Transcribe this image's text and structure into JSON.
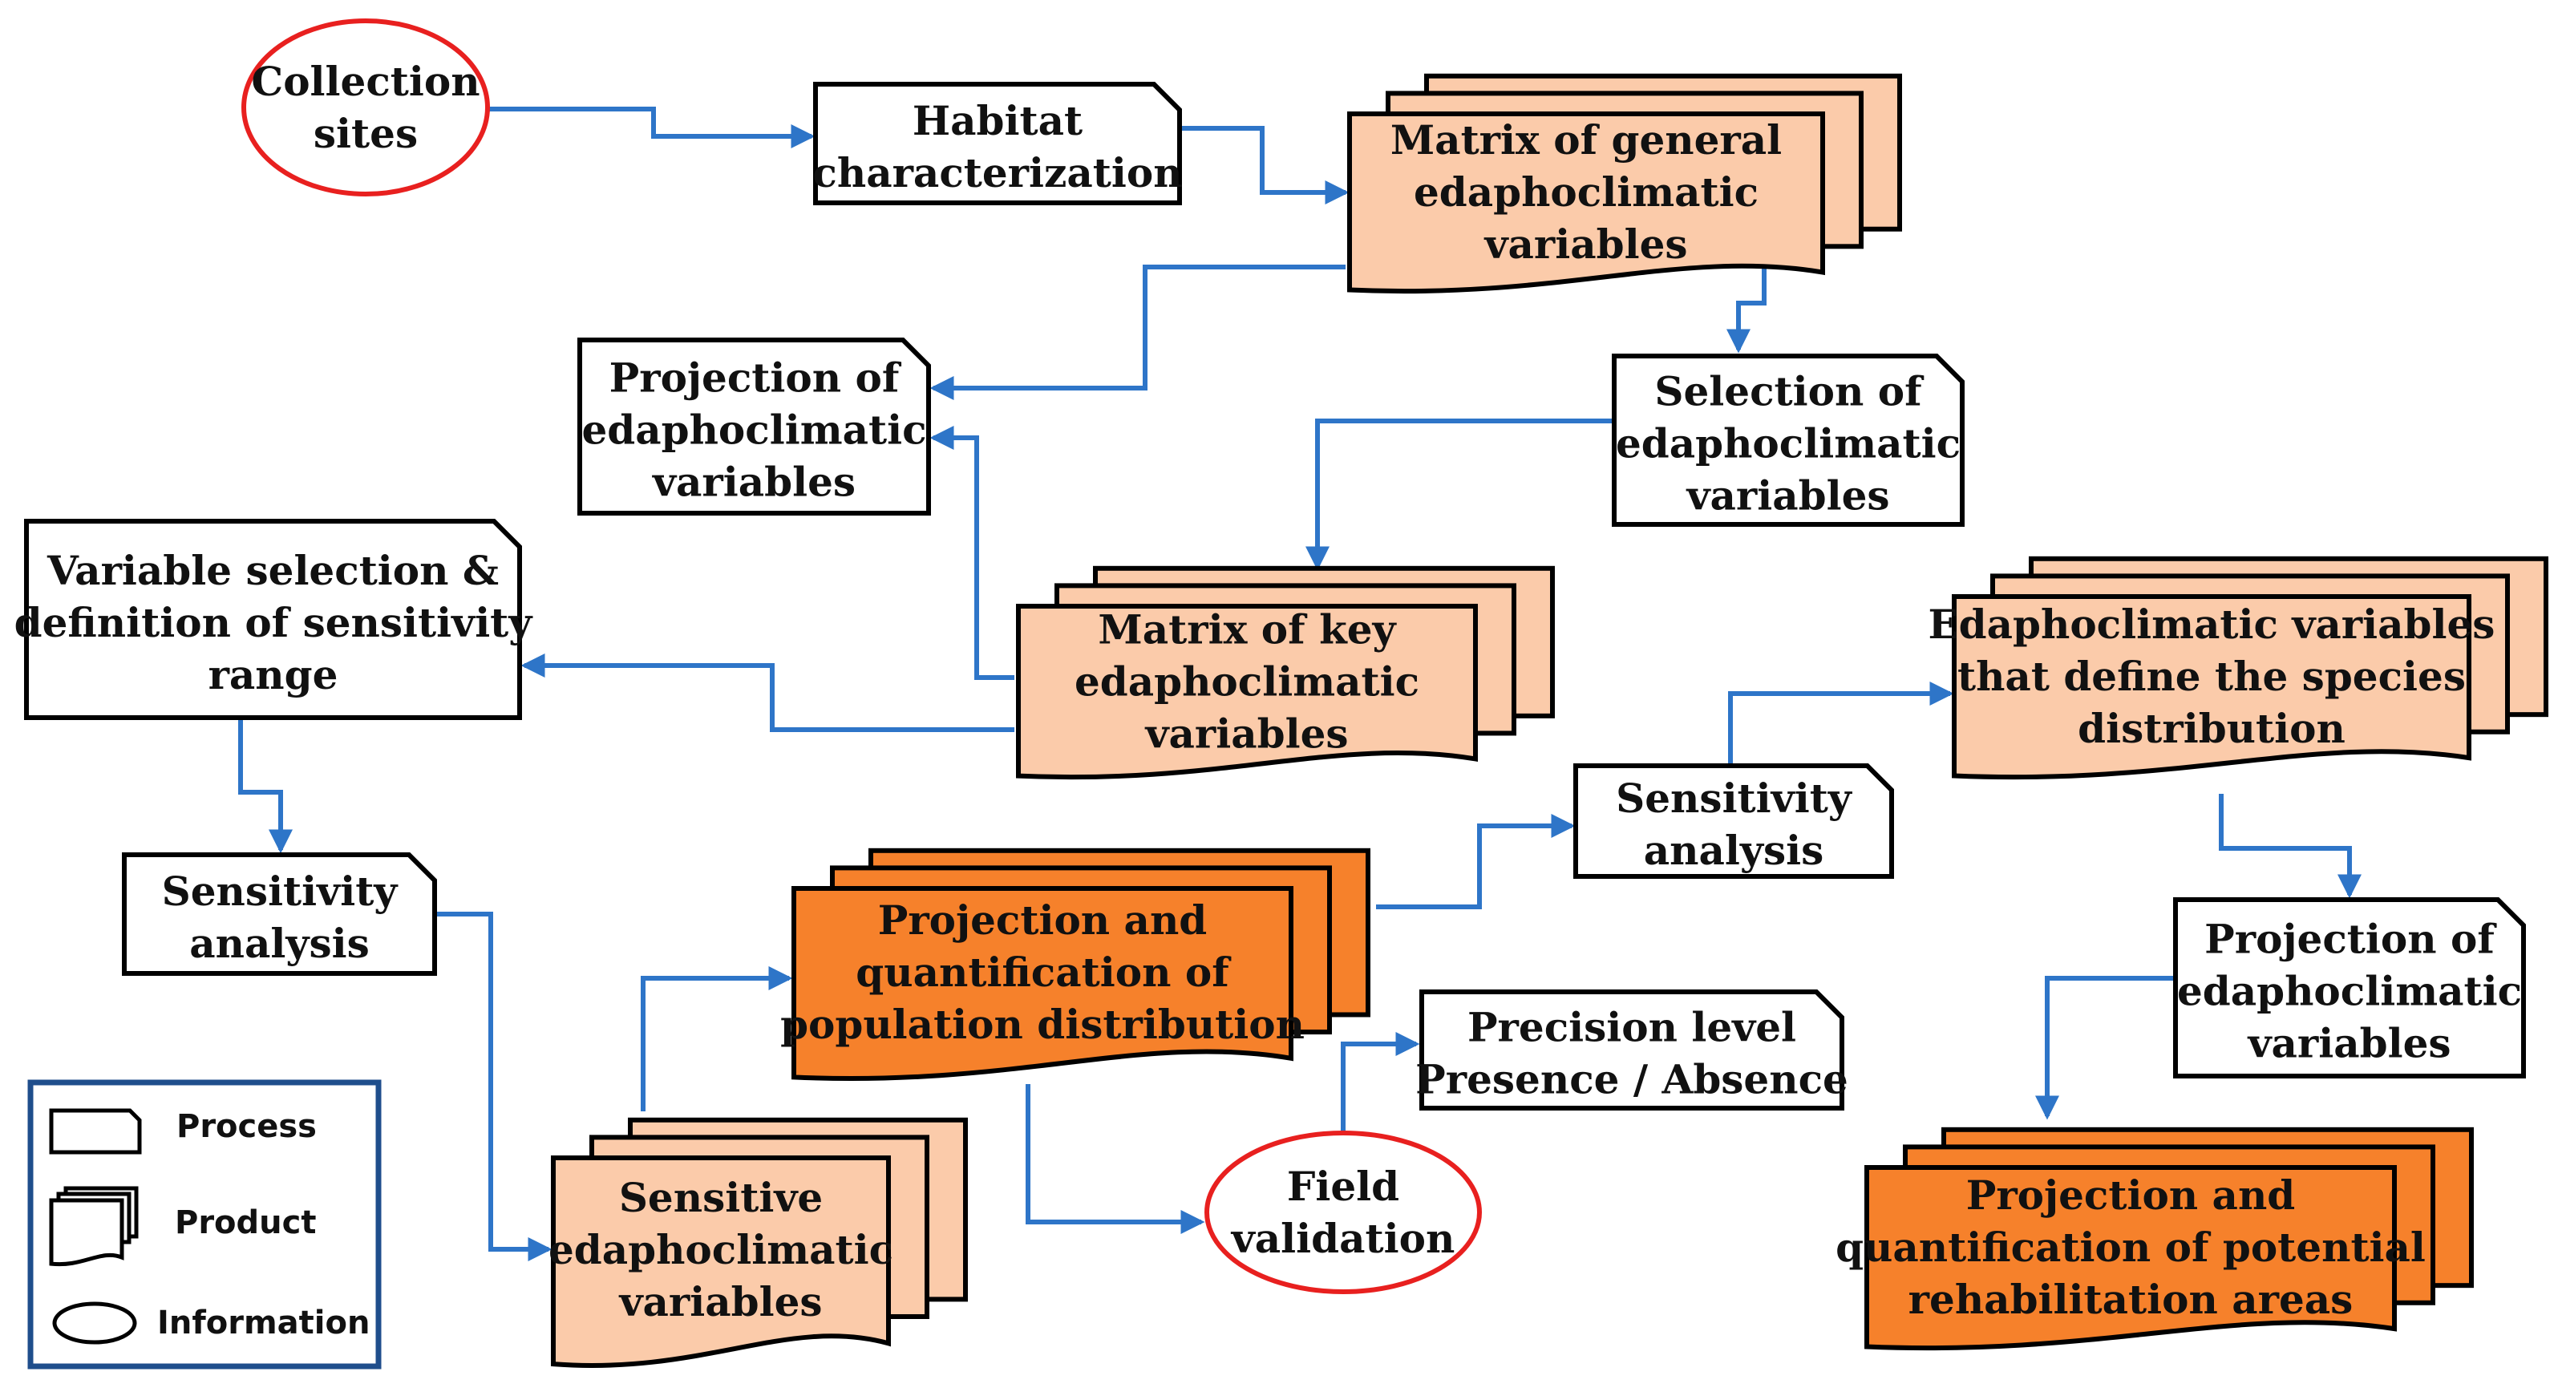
{
  "colors": {
    "process_border": "#000000",
    "product_light": "#FBCBAA",
    "product_dark": "#F6812B",
    "information_border": "#E8201F",
    "arrow": "#2E75C8",
    "legend_border": "#1F4E8C"
  },
  "nodes": {
    "collection_sites": {
      "lines": [
        "Collection",
        "sites"
      ]
    },
    "habitat": {
      "lines": [
        "Habitat",
        "characterization"
      ]
    },
    "matrix_general": {
      "lines": [
        "Matrix of general",
        "edaphoclimatic",
        "variables"
      ]
    },
    "selection": {
      "lines": [
        "Selection of",
        "edaphoclimatic",
        "variables"
      ]
    },
    "projection_vars_1": {
      "lines": [
        "Projection of",
        "edaphoclimatic",
        "variables"
      ]
    },
    "matrix_key": {
      "lines": [
        "Matrix of key",
        "edaphoclimatic",
        "variables"
      ]
    },
    "variable_selection": {
      "lines": [
        "Variable selection &",
        "definition of sensitivity",
        "range"
      ]
    },
    "sensitivity_1": {
      "lines": [
        "Sensitivity",
        "analysis"
      ]
    },
    "sensitive_vars": {
      "lines": [
        "Sensitive",
        "edaphoclimatic",
        "variables"
      ]
    },
    "projection_population": {
      "lines": [
        "Projection and",
        "quantification of",
        "population distribution"
      ]
    },
    "sensitivity_2": {
      "lines": [
        "Sensitivity",
        "analysis"
      ]
    },
    "edaph_define": {
      "lines": [
        "Edaphoclimatic variables",
        "that define the species",
        "distribution"
      ]
    },
    "precision": {
      "lines": [
        "Precision level",
        "Presence / Absence"
      ]
    },
    "field_validation": {
      "lines": [
        "Field",
        "validation"
      ]
    },
    "projection_vars_2": {
      "lines": [
        "Projection of",
        "edaphoclimatic",
        "variables"
      ]
    },
    "projection_rehab": {
      "lines": [
        "Projection and",
        "quantification of potential",
        "rehabilitation areas"
      ]
    }
  },
  "legend": {
    "process": "Process",
    "product": "Product",
    "information": "Information"
  }
}
